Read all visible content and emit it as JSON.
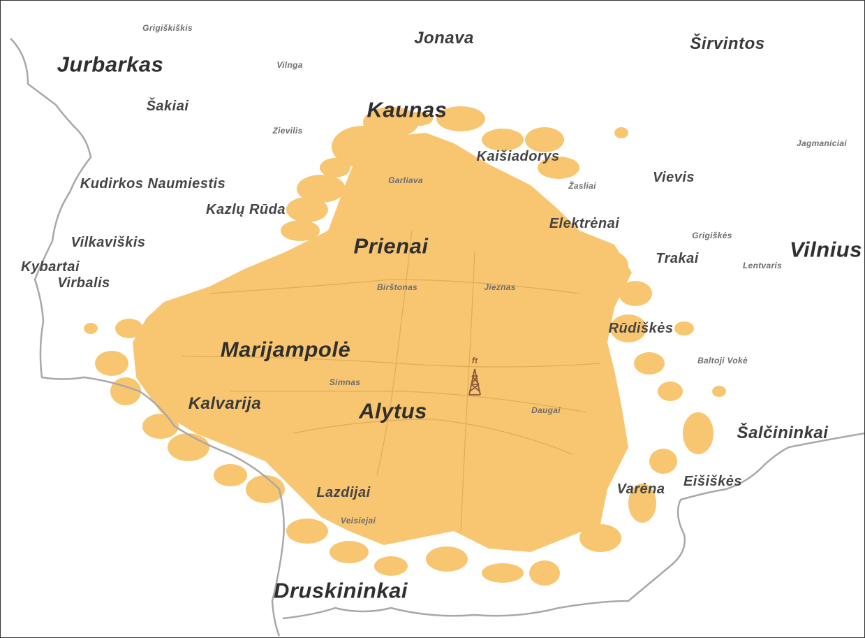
{
  "coverage_color": "#f8c670",
  "border_color": "#a8a8a8",
  "road_color": "#e0ad58",
  "transmitter_color": "#8a5a3a",
  "transmitter_label": "ft",
  "icons": [
    "transmitter-tower-icon"
  ],
  "places": [
    {
      "key": "grigiskiai-nw",
      "name": "Grigiškiškis",
      "size": "xs"
    },
    {
      "key": "jurbarkas",
      "name": "Jurbarkas",
      "size": "lg"
    },
    {
      "key": "vilnga",
      "name": "Vilnga",
      "size": "xs"
    },
    {
      "key": "jonava",
      "name": "Jonava",
      "size": "md"
    },
    {
      "key": "sirvintos",
      "name": "Širvintos",
      "size": "md"
    },
    {
      "key": "sakiai",
      "name": "Šakiai",
      "size": "sm"
    },
    {
      "key": "kaunas",
      "name": "Kaunas",
      "size": "lg"
    },
    {
      "key": "zieviskis",
      "name": "Zievilis",
      "size": "xs"
    },
    {
      "key": "kaisiadorys",
      "name": "Kaišiadorys",
      "size": "sm"
    },
    {
      "key": "jagminiai",
      "name": "Jagmaniciai",
      "size": "xs"
    },
    {
      "key": "garliava",
      "name": "Garliava",
      "size": "xs"
    },
    {
      "key": "zasliai",
      "name": "Žasliai",
      "size": "xs"
    },
    {
      "key": "vievis",
      "name": "Vievis",
      "size": "sm"
    },
    {
      "key": "kudirkos",
      "name": "Kudirkos Naumiestis",
      "size": "sm"
    },
    {
      "key": "kazlu-ruda",
      "name": "Kazlų Rūda",
      "size": "sm"
    },
    {
      "key": "elektrenai",
      "name": "Elektrėnai",
      "size": "sm"
    },
    {
      "key": "grigiskes",
      "name": "Grigiškės",
      "size": "xs"
    },
    {
      "key": "vilkaviskis",
      "name": "Vilkaviškis",
      "size": "sm"
    },
    {
      "key": "prienai",
      "name": "Prienai",
      "size": "lg"
    },
    {
      "key": "vilnius",
      "name": "Vilnius",
      "size": "lg"
    },
    {
      "key": "trakai",
      "name": "Trakai",
      "size": "sm"
    },
    {
      "key": "lentvaris",
      "name": "Lentvaris",
      "size": "xs"
    },
    {
      "key": "kybartai",
      "name": "Kybartai",
      "size": "sm"
    },
    {
      "key": "virbalis",
      "name": "Virbalis",
      "size": "sm"
    },
    {
      "key": "birstonas",
      "name": "Birštonas",
      "size": "xs"
    },
    {
      "key": "jieznas",
      "name": "Jieznas",
      "size": "xs"
    },
    {
      "key": "rudiskes",
      "name": "Rūdiškės",
      "size": "sm"
    },
    {
      "key": "marijampole",
      "name": "Marijampolė",
      "size": "lg"
    },
    {
      "key": "baltoji-voke",
      "name": "Baltoji Vokė",
      "size": "xs"
    },
    {
      "key": "simnas",
      "name": "Simnas",
      "size": "xs"
    },
    {
      "key": "kalvarija",
      "name": "Kalvarija",
      "size": "md"
    },
    {
      "key": "alytus",
      "name": "Alytus",
      "size": "lg"
    },
    {
      "key": "daugai",
      "name": "Daugai",
      "size": "xs"
    },
    {
      "key": "salcininkai",
      "name": "Šalčininkai",
      "size": "md"
    },
    {
      "key": "lazdijai",
      "name": "Lazdijai",
      "size": "sm"
    },
    {
      "key": "varena",
      "name": "Varėna",
      "size": "sm"
    },
    {
      "key": "eisiskes",
      "name": "Eišiškės",
      "size": "sm"
    },
    {
      "key": "veisiejai",
      "name": "Veisiejai",
      "size": "xs"
    },
    {
      "key": "druskininkai",
      "name": "Druskininkai",
      "size": "lg"
    }
  ]
}
